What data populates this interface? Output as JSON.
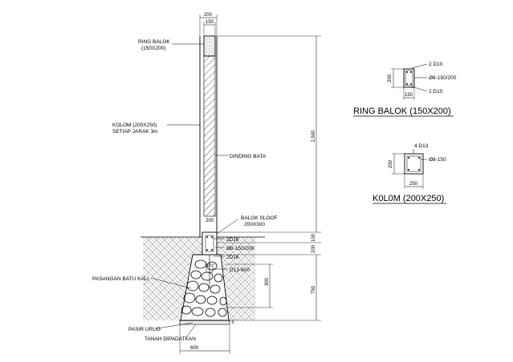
{
  "section": {
    "ring_balok_label": "RING BALOK",
    "ring_balok_size": "(150X200)",
    "kolom_label": "KOLOM (200X250)",
    "kolom_spacing": "SETIAP JARAK 3m",
    "dinding_label": "DINDING BATA",
    "sloof_label": "BALOK SLOOF",
    "sloof_size": "200X300",
    "rebar_top": "2D16",
    "stirrup": "Ø8-150/200",
    "rebar_bottom": "2D16",
    "anchor": "D13-600",
    "batu_kali_label": "PASANGAN BATU KALI",
    "pasir_label": "PASIR URUG",
    "tanah_label": "TANAH DIPADATKAN"
  },
  "dims": {
    "top_200": "200",
    "top_150": "150",
    "wall_height": "2,500",
    "sloof_width": "200",
    "h_100": "100",
    "h_200": "200",
    "h_300": "300",
    "h_750": "750",
    "h_5": "5",
    "base_width": "600"
  },
  "ring_detail": {
    "title": "RING BALOK (150X200)",
    "top_rebar": "2 D10",
    "stirrup": "Ø8-150/200",
    "bottom_rebar": "2 D10",
    "height": "200",
    "width": "150"
  },
  "kolom_detail": {
    "title": "K0L0M  (200X250)",
    "top_rebar": "4 D13",
    "stirrup": "Ø8-150",
    "height": "200",
    "width": "250"
  }
}
